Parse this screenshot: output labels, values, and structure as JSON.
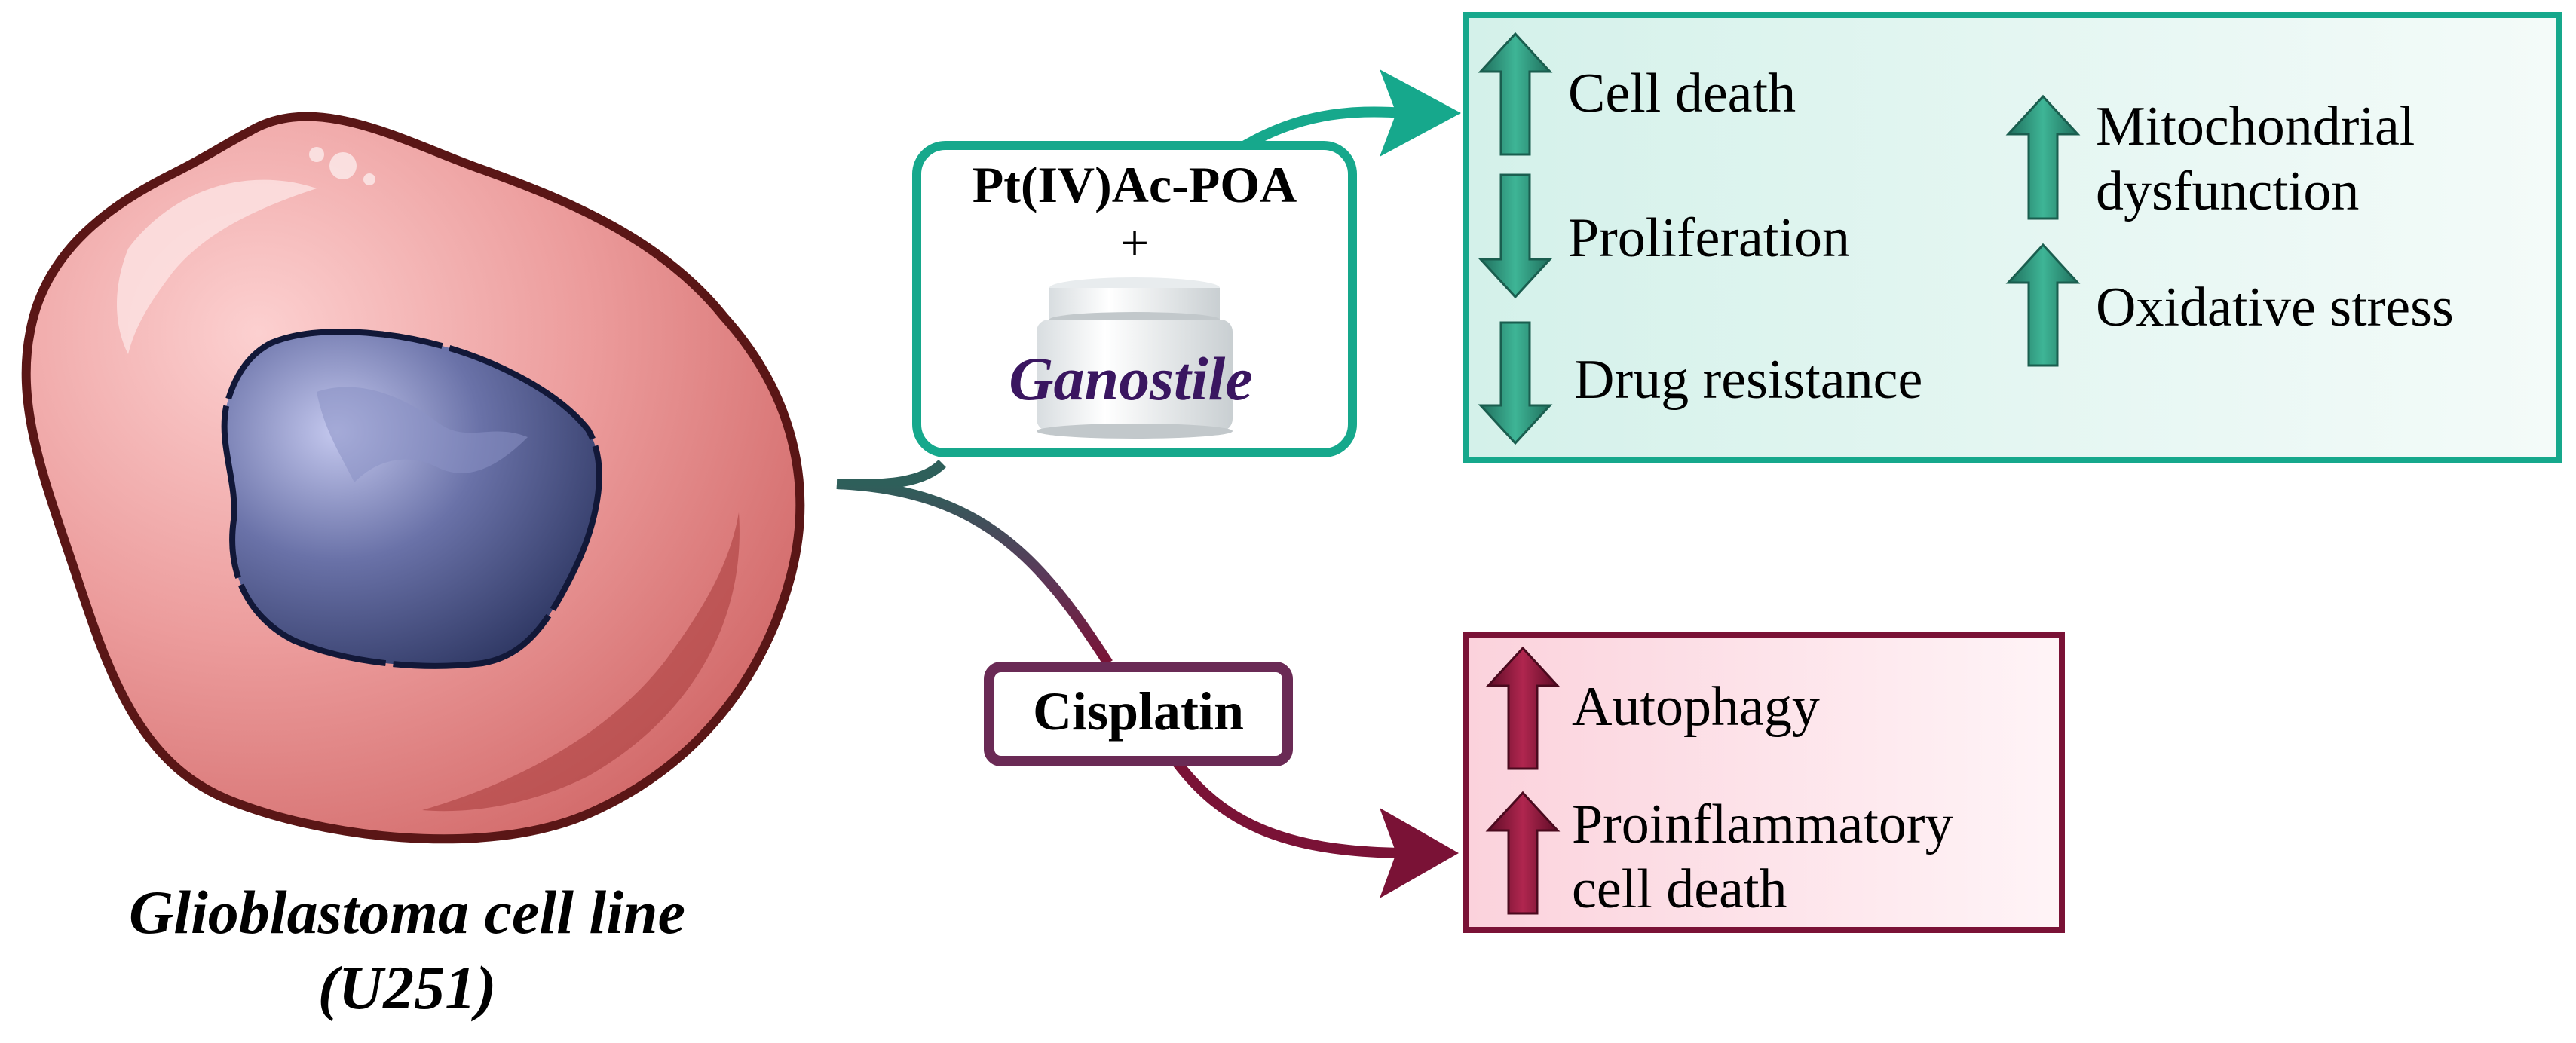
{
  "cell_caption": {
    "line1": "Glioblastoma cell line",
    "line2": "(U251)"
  },
  "treatment_combo": {
    "drug": "Pt(IV)Ac-POA",
    "plus": "+",
    "supplement": "Ganostile"
  },
  "treatment_single": {
    "drug": "Cisplatin"
  },
  "combo_effects": [
    {
      "label": [
        "Cell death"
      ],
      "direction": "up"
    },
    {
      "label": [
        "Proliferation"
      ],
      "direction": "down"
    },
    {
      "label": [
        "Drug resistance"
      ],
      "direction": "down"
    },
    {
      "label": [
        "Mitochondrial",
        "dysfunction"
      ],
      "direction": "up"
    },
    {
      "label": [
        "Oxidative stress"
      ],
      "direction": "up"
    }
  ],
  "cisplatin_effects": [
    {
      "label": [
        "Autophagy"
      ],
      "direction": "up"
    },
    {
      "label": [
        "Proinflammatory",
        "cell death"
      ],
      "direction": "up"
    }
  ],
  "colors": {
    "teal": "#16a88c",
    "teal_dark": "#1f7a66",
    "maroon": "#7a1236",
    "purple_box": "#6a2a55",
    "cell_fill": "#e58a8a",
    "cell_outline": "#5a1616",
    "nucleus": "#3c4576"
  }
}
